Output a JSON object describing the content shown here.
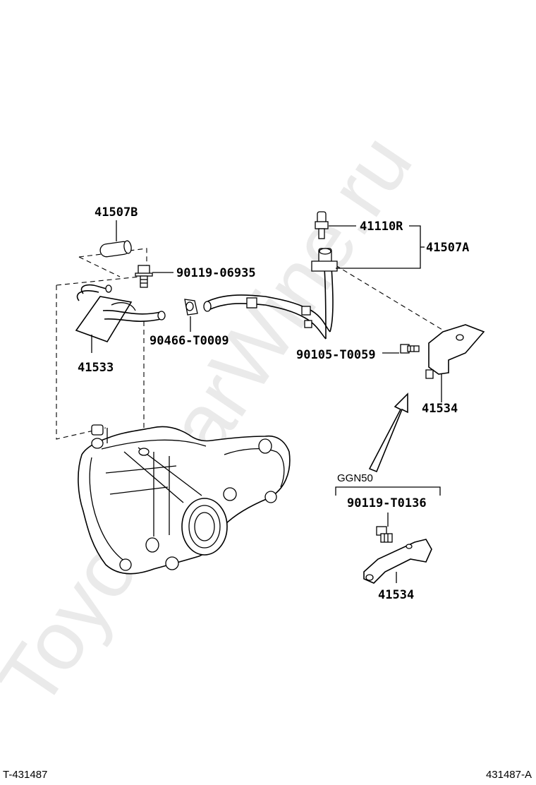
{
  "watermark": "ToyotaCarWine.ru",
  "labels": {
    "p41507B": "41507B",
    "p90119_06935": "90119-06935",
    "p41533": "41533",
    "p90466_T0009": "90466-T0009",
    "p41110R": "41110R",
    "p41507A": "41507A",
    "p90105_T0059": "90105-T0059",
    "p41534_upper": "41534",
    "variant": "GGN50",
    "p90119_T0136": "90119-T0136",
    "p41534_lower": "41534"
  },
  "footer": {
    "left_code": "T-431487",
    "right_code": "431487-A"
  }
}
